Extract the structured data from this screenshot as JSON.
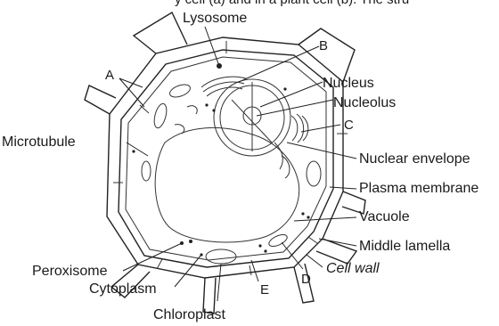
{
  "header_partial": "y cell (a) and in a plant cell (b). The stru",
  "labels": {
    "lysosome": "Lysosome",
    "b": "B",
    "a": "A",
    "nucleus": "Nucleus",
    "nucleolus": "Nucleolus",
    "c": "C",
    "microtubule": "Microtubule",
    "nuclear_envelope": "Nuclear envelope",
    "plasma_membrane": "Plasma membrane",
    "vacuole": "Vacuole",
    "middle_lamella": "Middle lamella",
    "peroxisome": "Peroxisome",
    "cytoplasm": "Cytoplasm",
    "d": "D",
    "cell_wall": "Cell wall",
    "e": "E",
    "chloroplast": "Chloroplast"
  }
}
